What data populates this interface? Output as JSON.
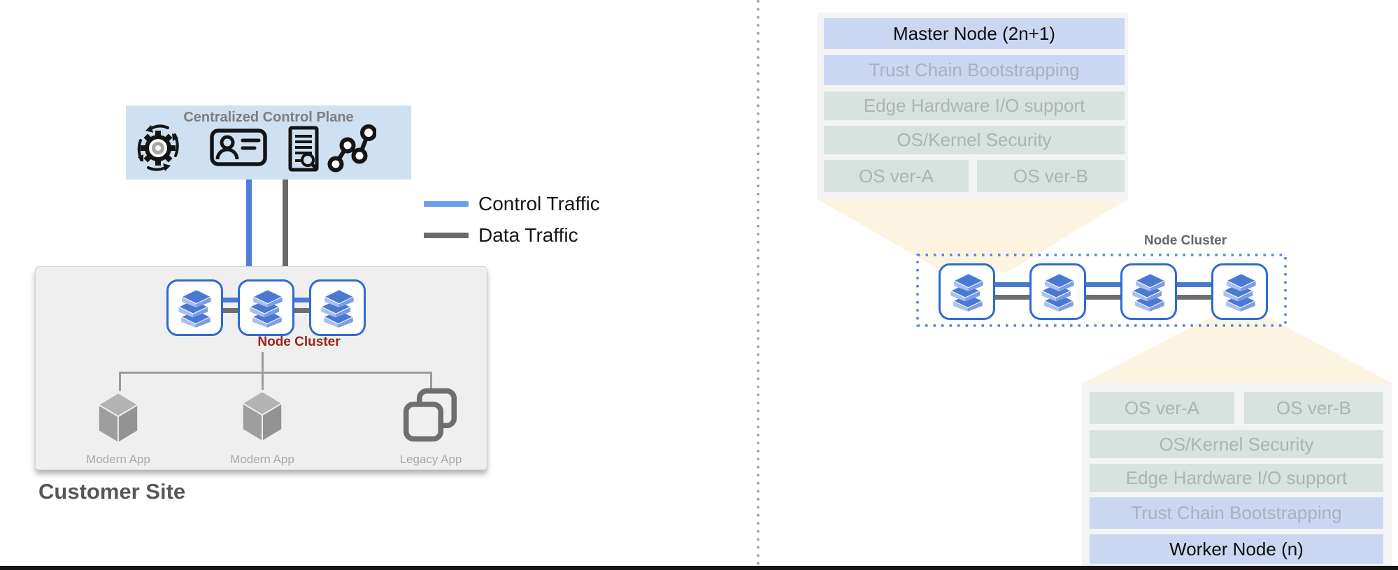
{
  "control_plane": {
    "title": "Centralized Control Plane",
    "icons": [
      "automation-cycle-icon",
      "identity-badge-icon",
      "audit-document-icon",
      "telemetry-graph-icon"
    ]
  },
  "legend": {
    "control": {
      "label": "Control Traffic",
      "color": "#6d9eeb"
    },
    "data": {
      "label": "Data Traffic",
      "color": "#6a6a6a"
    }
  },
  "customer_site": {
    "title": "Customer Site",
    "cluster_label": "Node Cluster",
    "node_count": 3,
    "apps": [
      {
        "label": "Modern App",
        "icon": "cube-icon"
      },
      {
        "label": "Modern App",
        "icon": "cube-icon"
      },
      {
        "label": "Legacy App",
        "icon": "overlapping-squares-icon"
      }
    ]
  },
  "master_node": {
    "title": "Master Node (2n+1)",
    "layers": [
      "Trust Chain Bootstrapping",
      "Edge Hardware I/O support",
      "OS/Kernel Security"
    ],
    "os_versions": [
      "OS ver-A",
      "OS ver-B"
    ]
  },
  "right_cluster": {
    "label": "Node Cluster",
    "node_count": 4
  },
  "worker_node": {
    "title": "Worker Node (n)",
    "os_versions": [
      "OS ver-A",
      "OS ver-B"
    ],
    "layers": [
      "OS/Kernel Security",
      "Edge Hardware I/O support",
      "Trust Chain Bootstrapping"
    ]
  },
  "colors": {
    "control_traffic_blue": "#6d9eeb",
    "data_traffic_gray": "#6a6a6a",
    "control_plane_bg": "#cfe0f1",
    "row_blue": "#cbd7f2",
    "row_green": "#d8e2de",
    "node_border_blue": "#2e6ad3",
    "funnel_cream": "#fcf4e1",
    "cluster_label_red": "#9d2418",
    "customer_box_gray": "#efefef"
  }
}
